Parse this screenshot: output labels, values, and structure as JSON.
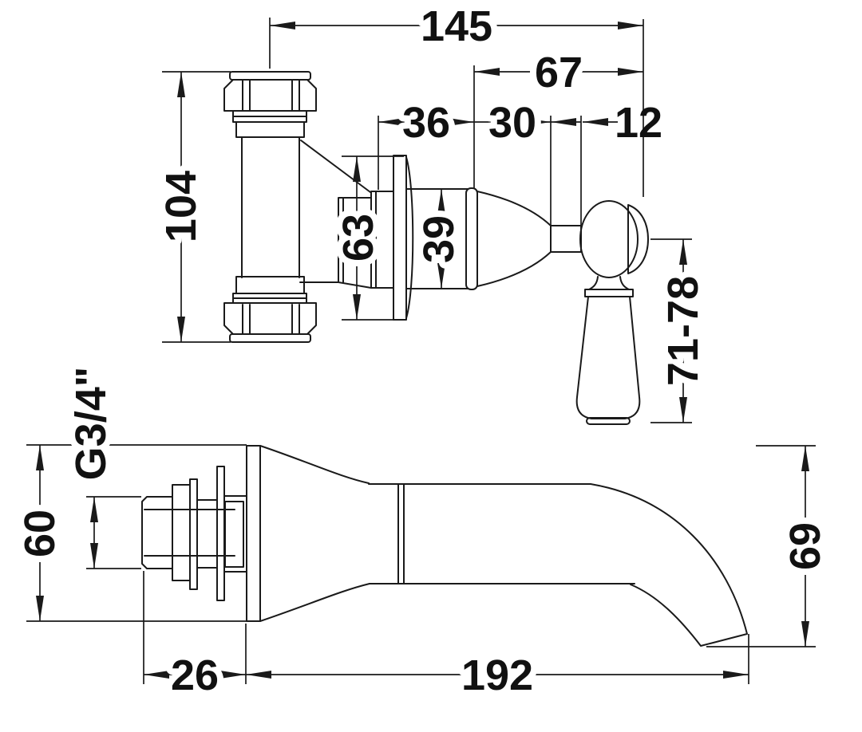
{
  "drawing": {
    "background_color": "#ffffff",
    "line_color": "#1a1a1a",
    "text_color": "#111111",
    "dimensions": {
      "overall_depth": "145",
      "wall_to_handle_front": "67",
      "trim_depth": "36",
      "trim_to_spindle": "30",
      "spindle_length": "12",
      "valve_body_height": "104",
      "flange_diameter": "63",
      "trim_diameter": "39",
      "handle_length": "71-78",
      "thread_size": "G3/4\"",
      "spout_flange_height": "60",
      "spout_tail_depth": "26",
      "spout_projection": "192",
      "spout_drop": "69"
    }
  }
}
